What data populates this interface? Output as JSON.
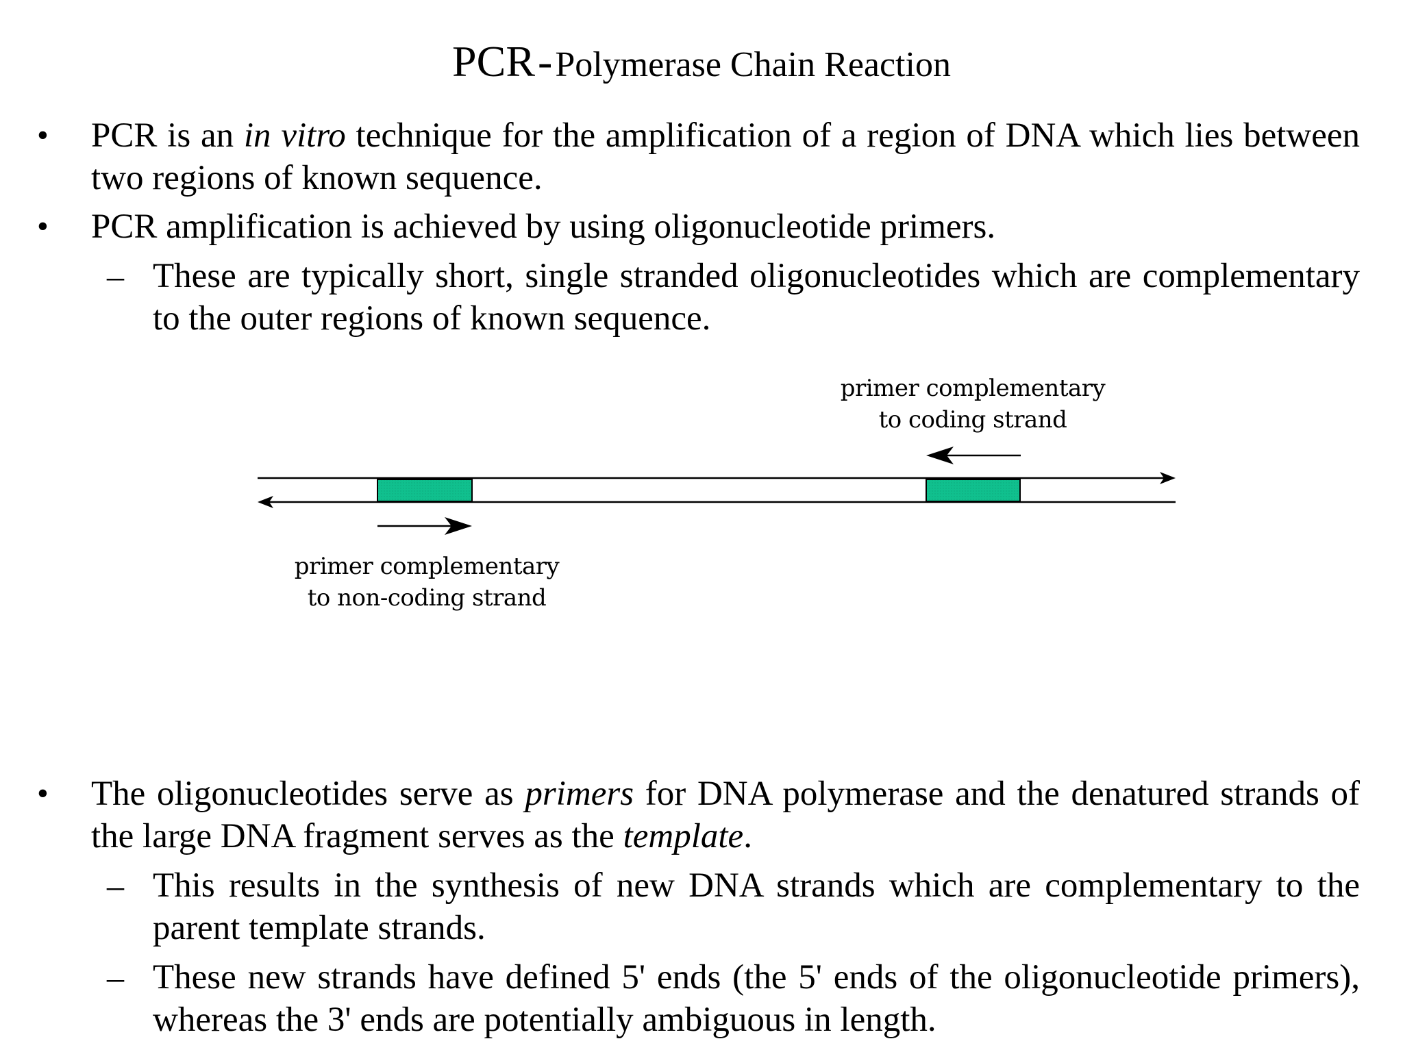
{
  "title": {
    "main": "PCR",
    "separator": "-",
    "subtitle": "Polymerase Chain Reaction"
  },
  "bullet_symbol": "•",
  "dash_symbol": "–",
  "bullets": [
    {
      "before": "PCR is an ",
      "italic": "in vitro",
      "after": " technique for the amplification of a region of DNA which lies between two regions of known sequence."
    },
    {
      "text": "PCR amplification is achieved by using oligonucleotide primers."
    },
    {
      "p1": "The oligonucleotides serve as ",
      "i1": "primers",
      "p2": " for DNA polymerase and the denatured strands of the large DNA fragment serves as the ",
      "i2": "template",
      "p3": "."
    }
  ],
  "sub_bullets": [
    "These are typically short, single stranded oligonucleotides which are complementary to the outer regions of known sequence.",
    "This results in the synthesis of new DNA strands which are complementary to the parent template strands.",
    "These new strands have defined 5' ends (the 5' ends of the oligonucleotide primers), whereas the 3' ends are potentially ambiguous in length."
  ],
  "diagram": {
    "primer_color": "#10c08e",
    "label_top": {
      "line1": "primer complementary",
      "line2": "to coding strand"
    },
    "label_bottom": {
      "line1": "primer complementary",
      "line2": "to non-coding strand"
    }
  }
}
